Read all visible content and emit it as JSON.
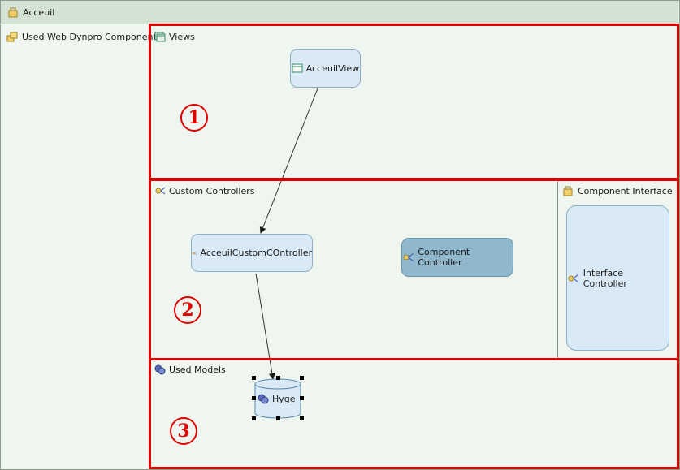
{
  "window": {
    "title": "Acceuil"
  },
  "left_panel": {
    "label": "Used Web Dynpro Components"
  },
  "sections": {
    "views": {
      "label": "Views"
    },
    "custom_controllers": {
      "label": "Custom Controllers"
    },
    "component_interface": {
      "label": "Component Interface"
    },
    "used_models": {
      "label": "Used Models"
    }
  },
  "nodes": {
    "acceuil_view": {
      "label": "AcceuilView",
      "icon": "view-window-icon"
    },
    "acceuil_custom_controller": {
      "label": "AcceuilCustomCOntroller",
      "icon": "controller-icon"
    },
    "component_controller": {
      "label": "Component Controller",
      "icon": "controller-icon"
    },
    "interface_controller": {
      "label": "Interface Controller",
      "icon": "controller-icon"
    },
    "hyge_model": {
      "label": "Hyge",
      "icon": "model-icon"
    }
  },
  "annotations": {
    "one": "1",
    "two": "2",
    "three": "3"
  },
  "colors": {
    "annotation_red": "#e00000",
    "node_fill": "#d9e9f5",
    "selected_node_fill": "#8fb8cc",
    "canvas": "#eff6ef"
  }
}
